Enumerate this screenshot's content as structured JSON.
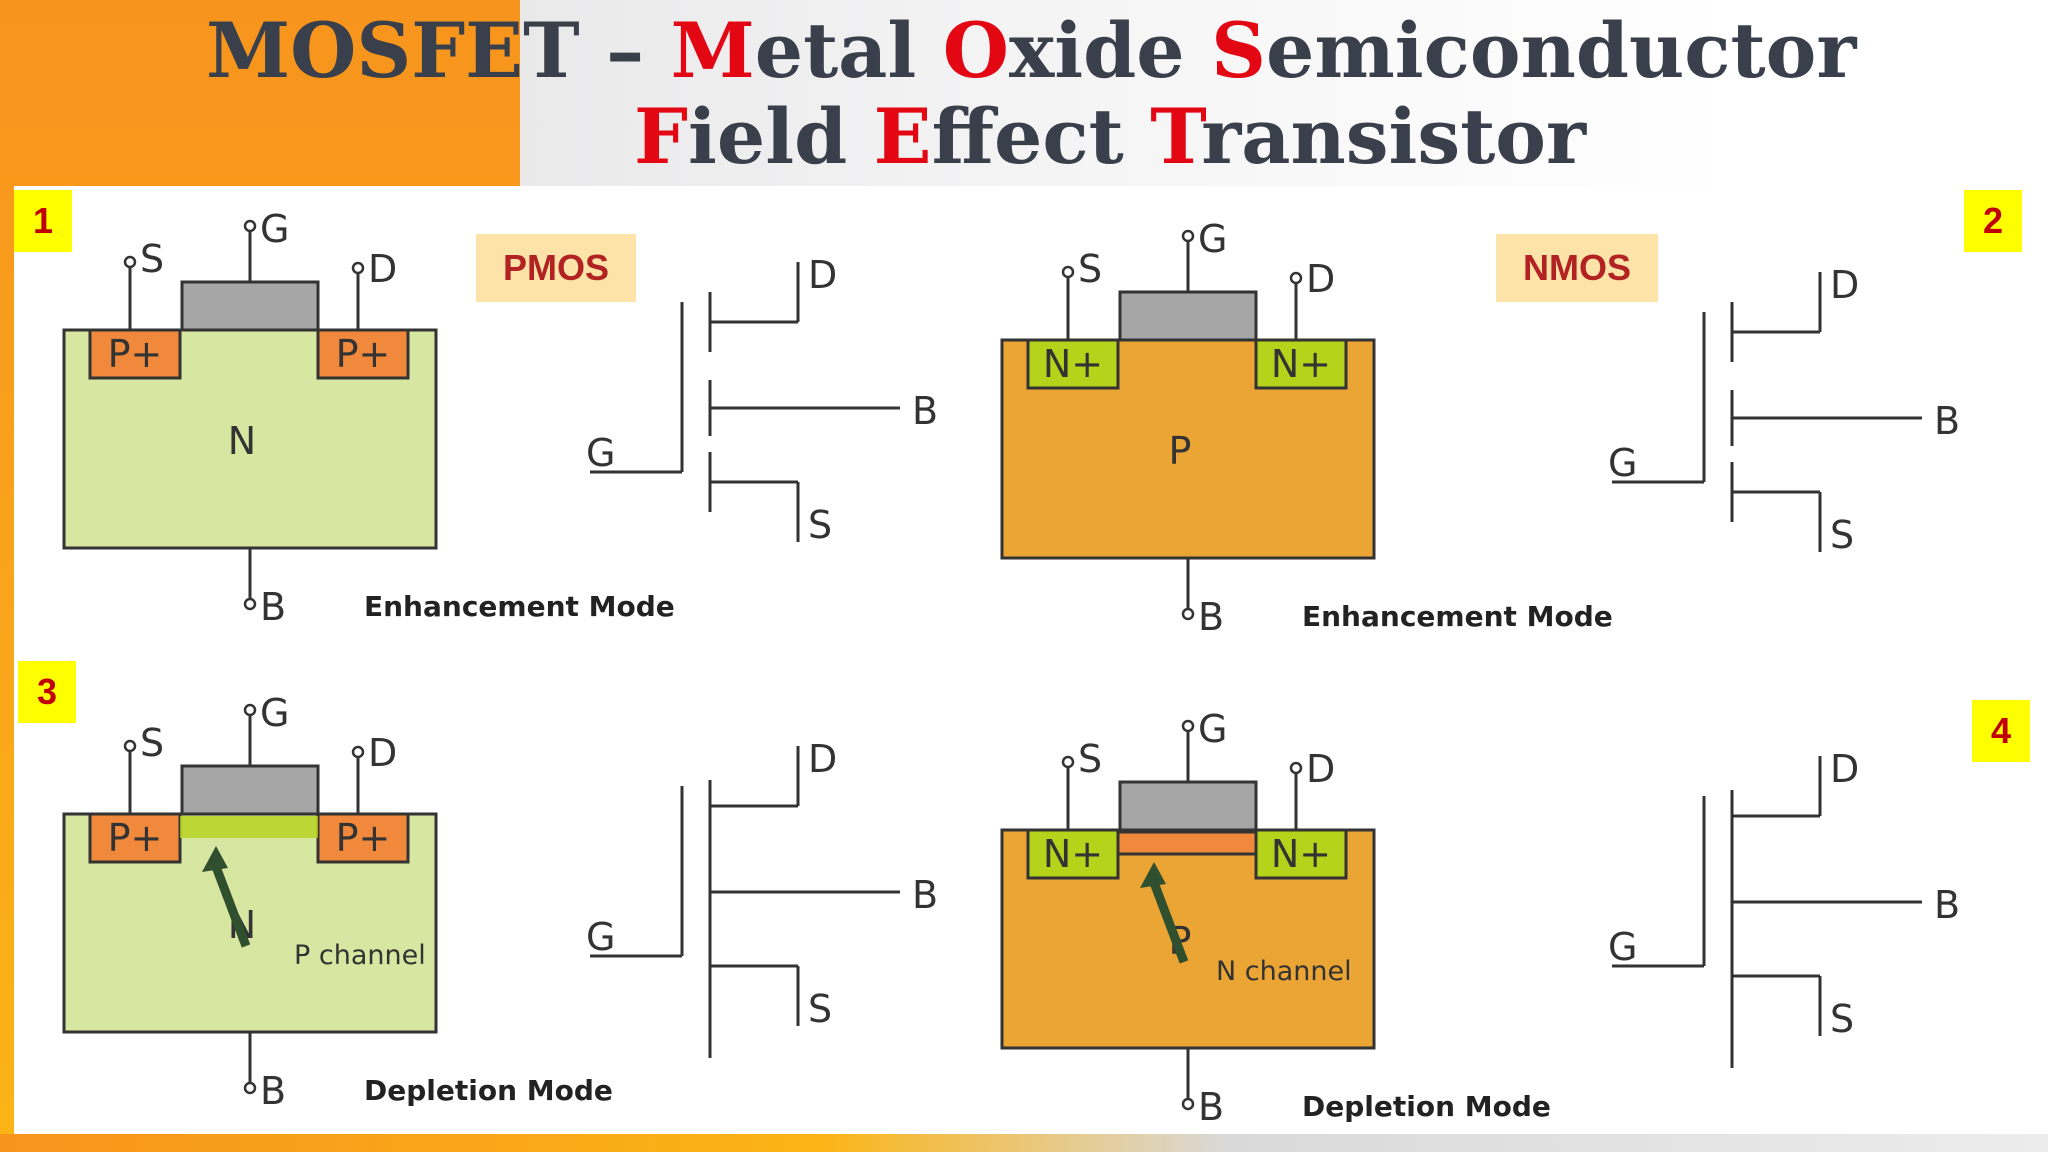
{
  "title": {
    "line1": [
      {
        "text": "MOSFET – ",
        "red": false
      },
      {
        "text": "M",
        "red": true
      },
      {
        "text": "etal ",
        "red": false
      },
      {
        "text": "O",
        "red": true
      },
      {
        "text": "xide ",
        "red": false
      },
      {
        "text": "S",
        "red": true
      },
      {
        "text": "emiconductor",
        "red": false
      }
    ],
    "line2": [
      {
        "text": "F",
        "red": true
      },
      {
        "text": "ield ",
        "red": false
      },
      {
        "text": "E",
        "red": true
      },
      {
        "text": "ffect ",
        "red": false
      },
      {
        "text": "T",
        "red": true
      },
      {
        "text": "ransistor",
        "red": false
      }
    ]
  },
  "tags": {
    "pmos": "PMOS",
    "nmos": "NMOS"
  },
  "colors": {
    "title": "#3a3f4c",
    "accent_red": "#e30613",
    "n_substrate": "#d7e6a0",
    "p_substrate": "#eba534",
    "p_plus": "#f0893c",
    "n_plus": "#b5d31a",
    "gate": "#a6a6a6",
    "badge": "#ffff00",
    "tag_bg": "#fde3a7"
  },
  "panels": [
    {
      "id": "1",
      "substrate": "N",
      "diffusion": "P+",
      "mode": "Enhancement Mode",
      "channel": ""
    },
    {
      "id": "2",
      "substrate": "P",
      "diffusion": "N+",
      "mode": "Enhancement Mode",
      "channel": ""
    },
    {
      "id": "3",
      "substrate": "N",
      "diffusion": "P+",
      "mode": "Depletion Mode",
      "channel": "P channel"
    },
    {
      "id": "4",
      "substrate": "P",
      "diffusion": "N+",
      "mode": "Depletion Mode",
      "channel": "N channel"
    }
  ],
  "terminals": {
    "gate": "G",
    "source": "S",
    "drain": "D",
    "body": "B"
  }
}
